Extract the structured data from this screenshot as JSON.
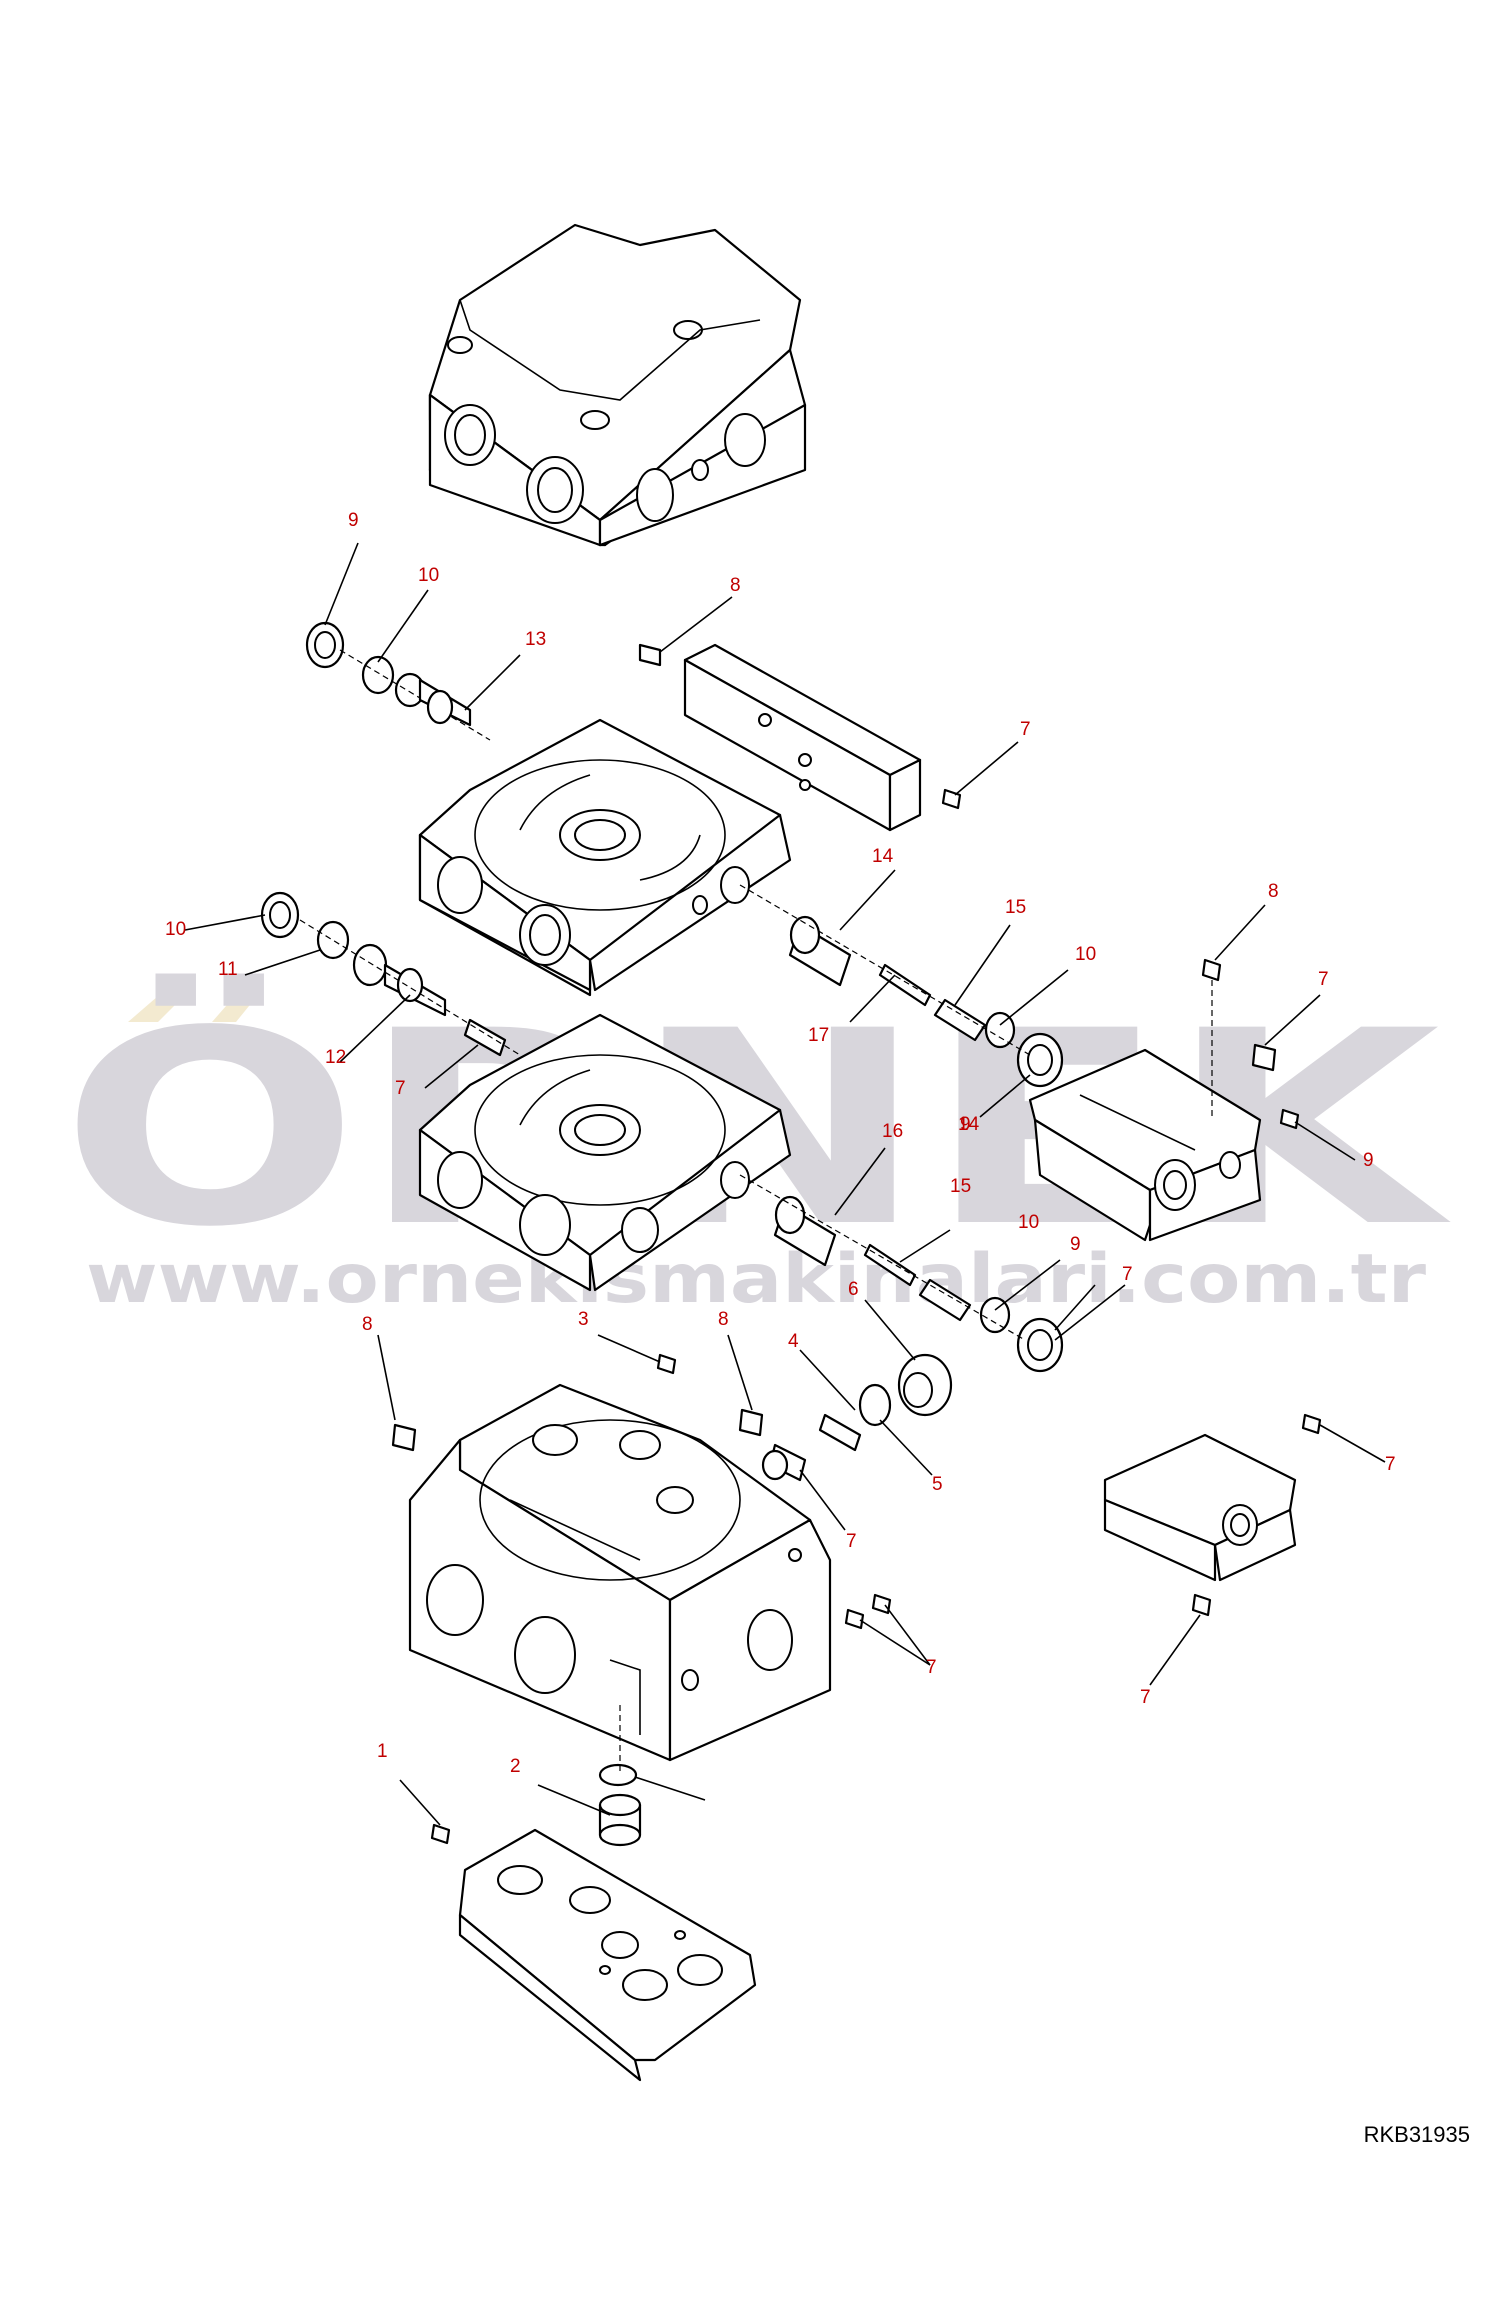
{
  "watermark": {
    "brand": "ÖRNEK",
    "url": "www.ornekismakinalari.com.tr",
    "colors": {
      "text": "#d8d6dc",
      "dots": "#f3ead0"
    }
  },
  "diagram": {
    "reference_code": "RKB31935",
    "callout_color": "#c00000",
    "callouts": [
      {
        "id": "c9a",
        "label": "9"
      },
      {
        "id": "c10a",
        "label": "10"
      },
      {
        "id": "c13",
        "label": "13"
      },
      {
        "id": "c8a",
        "label": "8"
      },
      {
        "id": "c7a",
        "label": "7"
      },
      {
        "id": "c14a",
        "label": "14"
      },
      {
        "id": "c15a",
        "label": "15"
      },
      {
        "id": "c10b",
        "label": "10"
      },
      {
        "id": "c17",
        "label": "17"
      },
      {
        "id": "c9b",
        "label": "9"
      },
      {
        "id": "c10c",
        "label": "10"
      },
      {
        "id": "c11",
        "label": "11"
      },
      {
        "id": "c12",
        "label": "12"
      },
      {
        "id": "c7b",
        "label": "7"
      },
      {
        "id": "c8b",
        "label": "8"
      },
      {
        "id": "c7c",
        "label": "7"
      },
      {
        "id": "c9c",
        "label": "9"
      },
      {
        "id": "c14b",
        "label": "14"
      },
      {
        "id": "c16",
        "label": "16"
      },
      {
        "id": "c15b",
        "label": "15"
      },
      {
        "id": "c10d",
        "label": "10"
      },
      {
        "id": "c9d",
        "label": "9"
      },
      {
        "id": "c7d",
        "label": "7"
      },
      {
        "id": "c8c",
        "label": "8"
      },
      {
        "id": "c8d",
        "label": "8"
      },
      {
        "id": "c3",
        "label": "3"
      },
      {
        "id": "c6",
        "label": "6"
      },
      {
        "id": "c4",
        "label": "4"
      },
      {
        "id": "c5",
        "label": "5"
      },
      {
        "id": "c7e",
        "label": "7"
      },
      {
        "id": "c7f",
        "label": "7"
      },
      {
        "id": "c7g",
        "label": "7"
      },
      {
        "id": "c7h",
        "label": "7"
      },
      {
        "id": "c1",
        "label": "1"
      },
      {
        "id": "c2",
        "label": "2"
      }
    ]
  }
}
